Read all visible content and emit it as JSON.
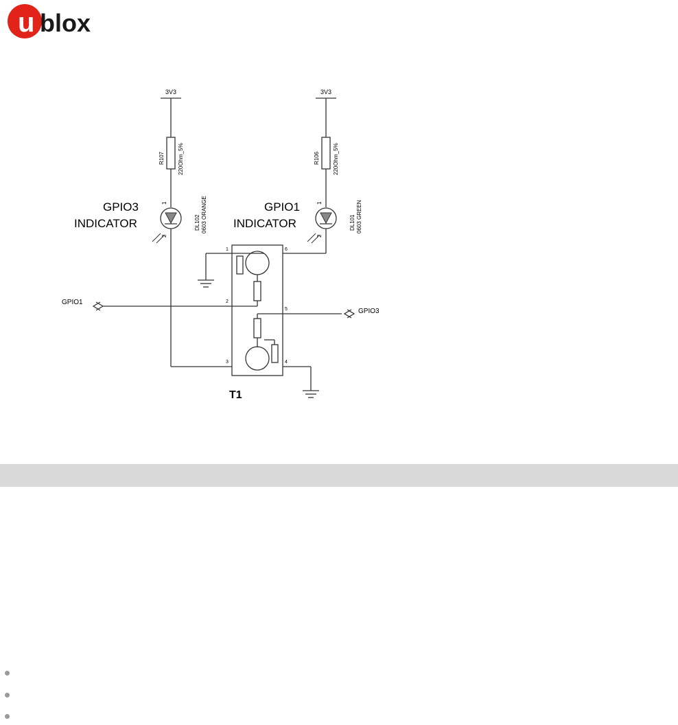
{
  "logo": {
    "text_u": "u",
    "text_rest": "blox"
  },
  "schematic": {
    "supply_left": "3V3",
    "supply_right": "3V3",
    "r_left_ref": "R107",
    "r_left_val": "220Ohm_5%",
    "r_right_ref": "R106",
    "r_right_val": "220Ohm_5%",
    "led_left_label_1": "GPIO3",
    "led_left_label_2": "INDICATOR",
    "led_right_label_1": "GPIO1",
    "led_right_label_2": "INDICATOR",
    "led_left_ref": "DL102",
    "led_left_val": "0603 ORANGE",
    "led_right_ref": "DL101",
    "led_right_val": "0603 GREEN",
    "pin_1": "1",
    "pin_2": "2",
    "pin_3": "3",
    "pin_4": "4",
    "pin_5": "5",
    "pin_6": "6",
    "led_pin_1": "1",
    "led_pin_2": "2",
    "net_gpio1": "GPIO1",
    "net_gpio3": "GPIO3",
    "part_ref": "T1"
  },
  "colors": {
    "logo_red": "#e2231a",
    "wire": "#333333",
    "bar": "#d9d9d9"
  }
}
